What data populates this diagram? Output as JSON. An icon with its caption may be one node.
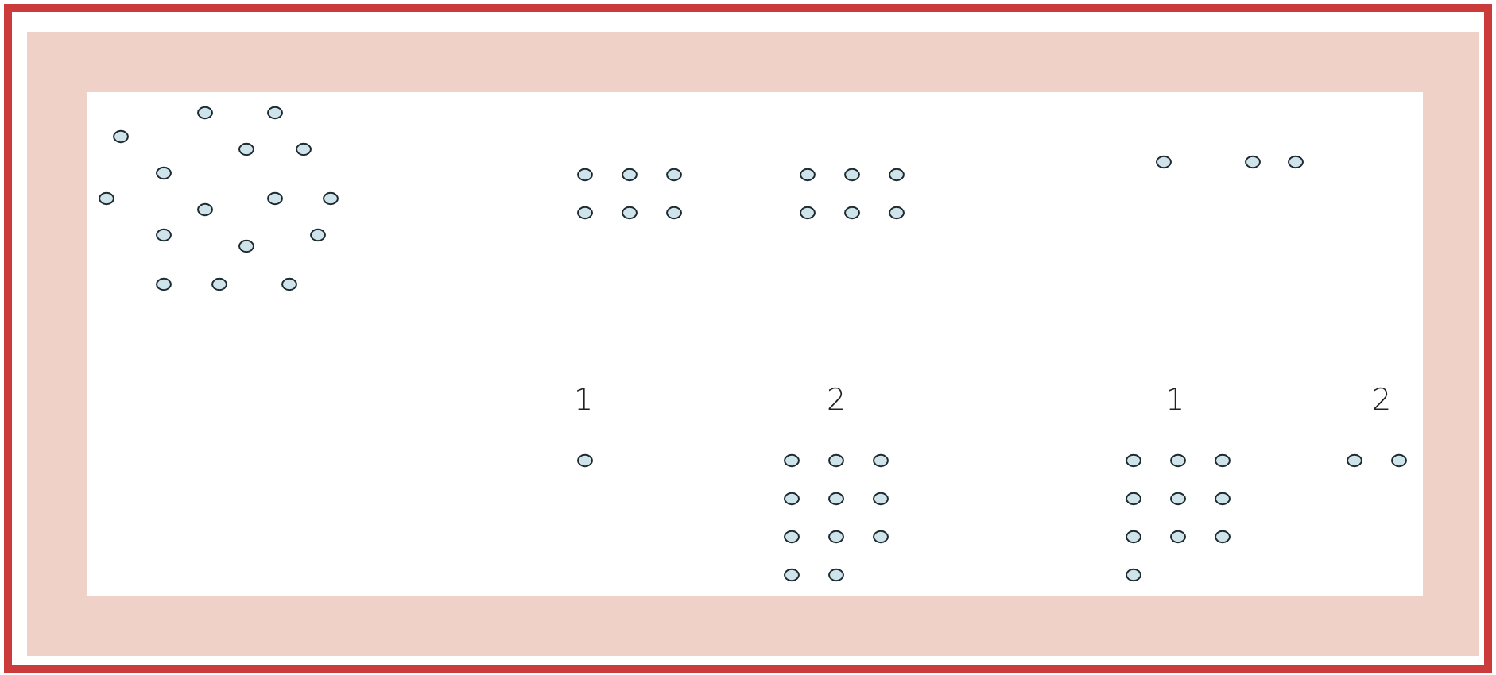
{
  "diagram": {
    "labels": [
      "1",
      "2",
      "1",
      "2"
    ]
  }
}
